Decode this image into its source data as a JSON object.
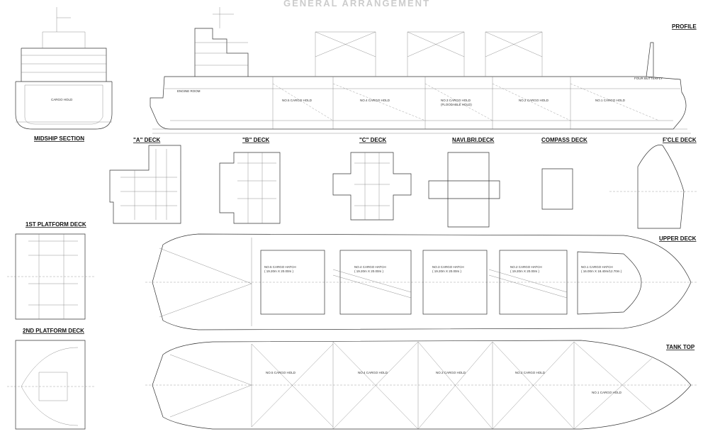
{
  "title": "GENERAL ARRANGEMENT",
  "views": {
    "profile": "PROFILE",
    "midship": "MIDSHIP SECTION",
    "a_deck": "\"A\" DECK",
    "b_deck": "\"B\" DECK",
    "c_deck": "\"C\" DECK",
    "navi_bri": "NAVI.BRI.DECK",
    "compass": "COMPASS DECK",
    "fcle": "F'CLE DECK",
    "platform1": "1ST PLATFORM DECK",
    "upper": "UPPER DECK",
    "platform2": "2ND PLATFORM DECK",
    "tank_top": "TANK TOP"
  },
  "profile": {
    "engine_room": "ENGINE ROOM",
    "holds": [
      "NO.5 CARGO HOLD",
      "NO.4 CARGO HOLD",
      "NO.3 CARGO HOLD",
      "NO.2 CARGO HOLD",
      "NO.1 CARGO HOLD"
    ],
    "floodable": "(FLOODABLE HOLD)",
    "bow_note": "FOUR BUTTERFLY"
  },
  "midship_section": {
    "hold": "CARGO HOLD"
  },
  "upper_deck": {
    "hatches": [
      {
        "name": "NO.5 CARGO HATCH",
        "size": "( 19.20m X 20.00m )"
      },
      {
        "name": "NO.4 CARGO HATCH",
        "size": "( 19.20m X 20.00m )"
      },
      {
        "name": "NO.3 CARGO HATCH",
        "size": "( 19.20m X 20.00m )"
      },
      {
        "name": "NO.2 CARGO HATCH",
        "size": "( 19.20m X 20.00m )"
      },
      {
        "name": "NO.1 CARGO HATCH",
        "size": "( 16.00m X 18.40m/12.70m )"
      }
    ]
  },
  "tank_top": {
    "holds": [
      "NO.5 CARGO HOLD",
      "NO.4 CARGO HOLD",
      "NO.3 CARGO HOLD",
      "NO.2 CARGO HOLD",
      "NO.1 CARGO HOLD"
    ]
  }
}
